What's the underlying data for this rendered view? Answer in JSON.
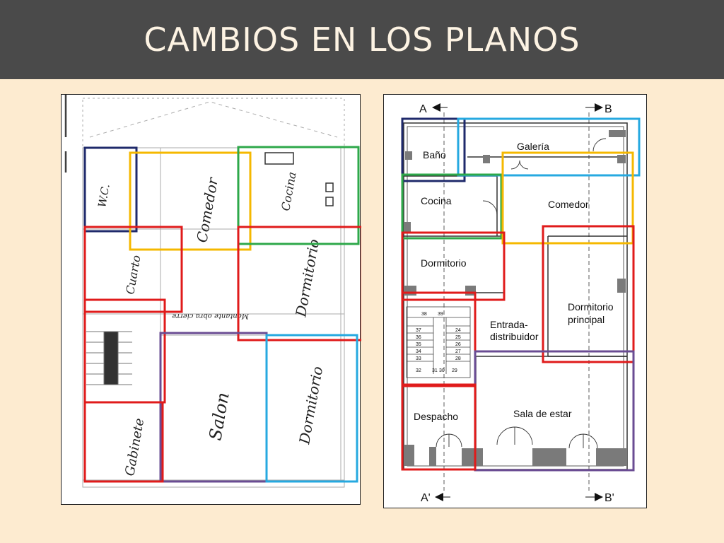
{
  "title": "CAMBIOS EN LOS PLANOS",
  "colors": {
    "header_bg": "#4a4a4a",
    "slide_bg": "#fdebd0",
    "navy": "#1f2a6b",
    "yellow": "#f5b800",
    "green": "#2ea84a",
    "red": "#e01b1b",
    "purple": "#6a4c93",
    "cyan": "#26a9e0"
  },
  "old_plan": {
    "labels": {
      "wc": "W.C.",
      "comedor": "Comedor",
      "cocina": "Cocina",
      "cuarto": "Cuarto",
      "dormitorio_1": "Dormitorio",
      "note": "Montante obra cierre",
      "salon": "Salon",
      "dormitorio_2": "Dormitorio",
      "gabinete": "Gabinete"
    }
  },
  "new_plan": {
    "sections": {
      "a": "A",
      "b": "B",
      "a_prime": "A'",
      "b_prime": "B'"
    },
    "rooms": {
      "bano": "Baño",
      "galeria": "Galería",
      "cocina": "Cocina",
      "comedor": "Comedor",
      "dormitorio": "Dormitorio",
      "dormitorio_principal_1": "Dormitorio",
      "dormitorio_principal_2": "principal",
      "entrada_1": "Entrada-",
      "entrada_2": "distribuidor",
      "despacho": "Despacho",
      "sala": "Sala de estar"
    },
    "steps": {
      "s38": "38",
      "s39": "39",
      "s37": "37",
      "s36": "36",
      "s35": "35",
      "s34": "34",
      "s33": "33",
      "s24": "24",
      "s25": "25",
      "s26": "26",
      "s27": "27",
      "s28": "28",
      "s32": "32",
      "s31": "31",
      "s30": "30",
      "s29": "29"
    }
  }
}
